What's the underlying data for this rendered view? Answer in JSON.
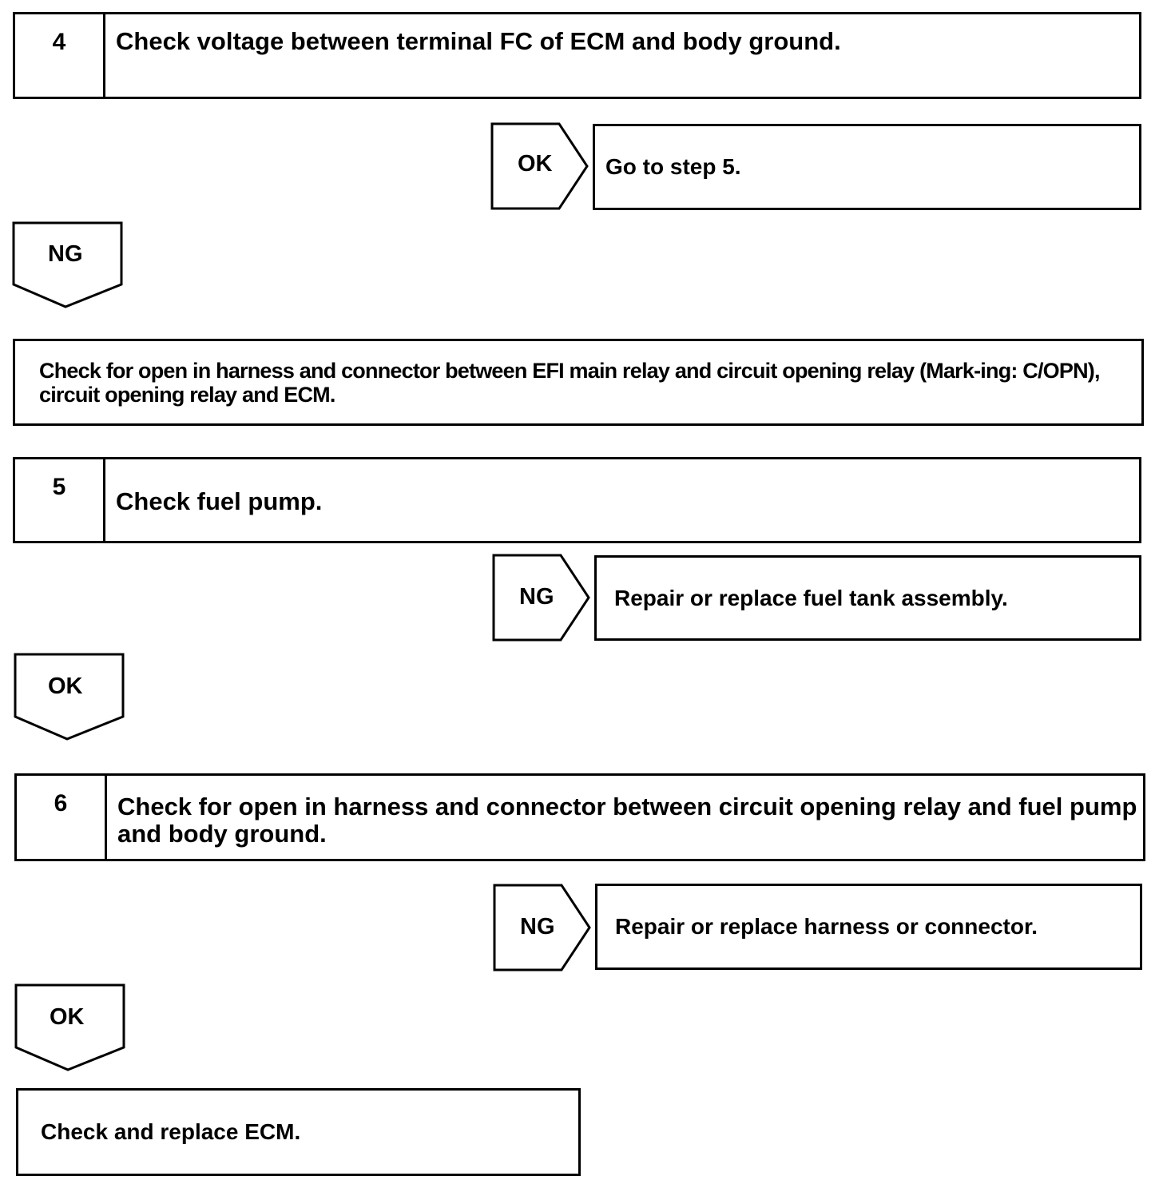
{
  "steps": {
    "s4": {
      "number": "4",
      "text": "Check voltage between terminal FC of ECM and body ground."
    },
    "s5": {
      "number": "5",
      "text": "Check fuel pump."
    },
    "s6": {
      "number": "6",
      "text": "Check for open in harness and connector between circuit opening relay and fuel pump and body ground."
    }
  },
  "branches": {
    "s4_right": {
      "label": "OK",
      "action": "Go to step 5."
    },
    "s4_down": {
      "label": "NG",
      "action": "Check for open in harness and connector between EFI main relay and circuit opening relay (Mark-ing: C/OPN), circuit opening relay and ECM."
    },
    "s5_right": {
      "label": "NG",
      "action": "Repair or replace fuel tank assembly."
    },
    "s5_down": {
      "label": "OK"
    },
    "s6_right": {
      "label": "NG",
      "action": "Repair or replace harness or connector."
    },
    "s6_down": {
      "label": "OK",
      "action": "Check and replace ECM."
    }
  }
}
